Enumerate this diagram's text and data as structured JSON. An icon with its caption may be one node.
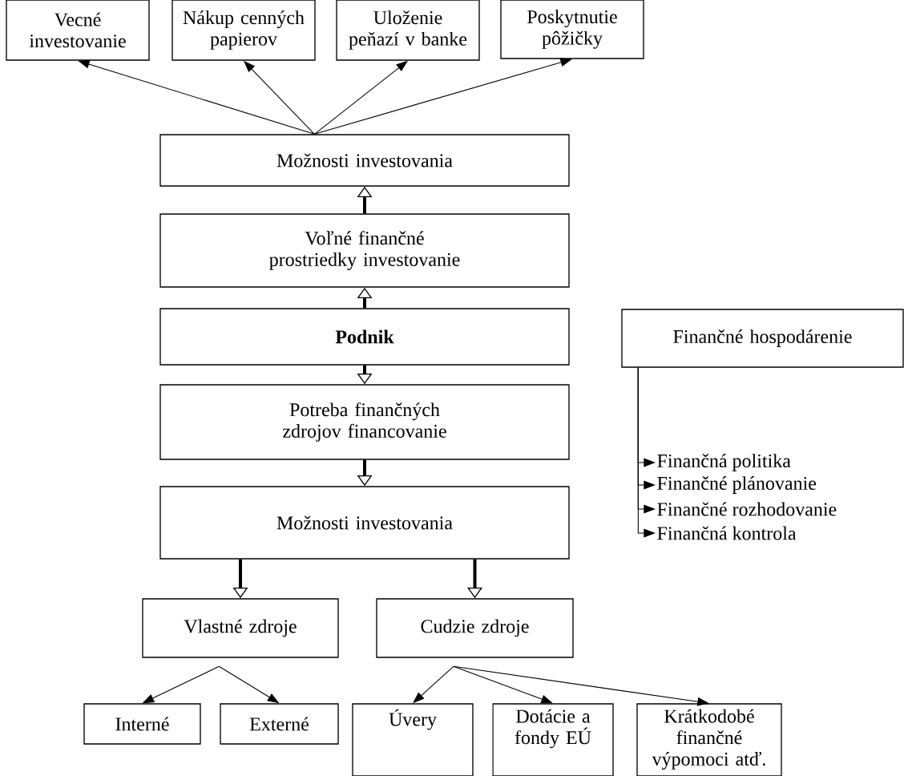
{
  "diagram": {
    "nodes": [
      {
        "text": [
          "Vecné investovanie"
        ]
      },
      {
        "text": [
          "Nákup cenných papierov"
        ]
      },
      {
        "text": [
          "Uloženie peňazí v banke"
        ]
      },
      {
        "text": [
          "Poskytnutie pôžičky"
        ]
      },
      {
        "text": [
          "Možnosti investovania"
        ]
      },
      {
        "text": [
          "Voľné finančné prostriedky investovanie"
        ]
      },
      {
        "text": [
          "**Podnik**"
        ]
      },
      {
        "text": [
          "Finančné hospodárenie"
        ]
      },
      {
        "text": [
          "Potreba finančných zdrojov financovanie"
        ]
      },
      {
        "text": [
          "Možnosti investovania"
        ]
      },
      {
        "text": [
          "Vlastné zdroje"
        ]
      },
      {
        "text": [
          "Cudzie zdroje"
        ]
      },
      {
        "text": [
          "Interné"
        ]
      },
      {
        "text": [
          "Externé"
        ]
      },
      {
        "text": [
          "Úvery"
        ]
      },
      {
        "text": [
          "Dotácie a fondy EÚ"
        ]
      },
      {
        "text": [
          "Krátkodobé finančné výpomoci atď."
        ]
      },
      {
        "text": [
          "Finančná politika"
        ]
      },
      {
        "text": [
          "Finančné plánovanie"
        ]
      },
      {
        "text": [
          "Finančné rozhodovanie"
        ]
      },
      {
        "text": [
          "Finančná kontrola"
        ]
      }
    ],
    "edges": [
      {
        "from": 4,
        "to": 0,
        "arrow": "to"
      },
      {
        "from": 4,
        "to": 1,
        "arrow": "to"
      },
      {
        "from": 4,
        "to": 2,
        "arrow": "to"
      },
      {
        "from": 4,
        "to": 3,
        "arrow": "to"
      },
      {
        "from": 5,
        "to": 4,
        "arrow": "to",
        "style": "thick"
      },
      {
        "from": 6,
        "to": 5,
        "arrow": "to",
        "style": "thick"
      },
      {
        "from": 6,
        "to": 8,
        "arrow": "to",
        "style": "thick"
      },
      {
        "from": 8,
        "to": 9,
        "arrow": "to",
        "style": "thick"
      },
      {
        "from": 9,
        "to": 10,
        "arrow": "to",
        "style": "thick"
      },
      {
        "from": 9,
        "to": 11,
        "arrow": "to",
        "style": "thick"
      },
      {
        "from": 10,
        "to": 12,
        "arrow": "to"
      },
      {
        "from": 10,
        "to": 13,
        "arrow": "to"
      },
      {
        "from": 11,
        "to": 14,
        "arrow": "to"
      },
      {
        "from": 11,
        "to": 15,
        "arrow": "to"
      },
      {
        "from": 11,
        "to": 16,
        "arrow": "to"
      },
      {
        "from": 7,
        "to": 17,
        "arrow": "to"
      },
      {
        "from": 7,
        "to": 18,
        "arrow": "to"
      },
      {
        "from": 7,
        "to": 19,
        "arrow": "to"
      },
      {
        "from": 7,
        "to": 20,
        "arrow": "to"
      }
    ]
  }
}
